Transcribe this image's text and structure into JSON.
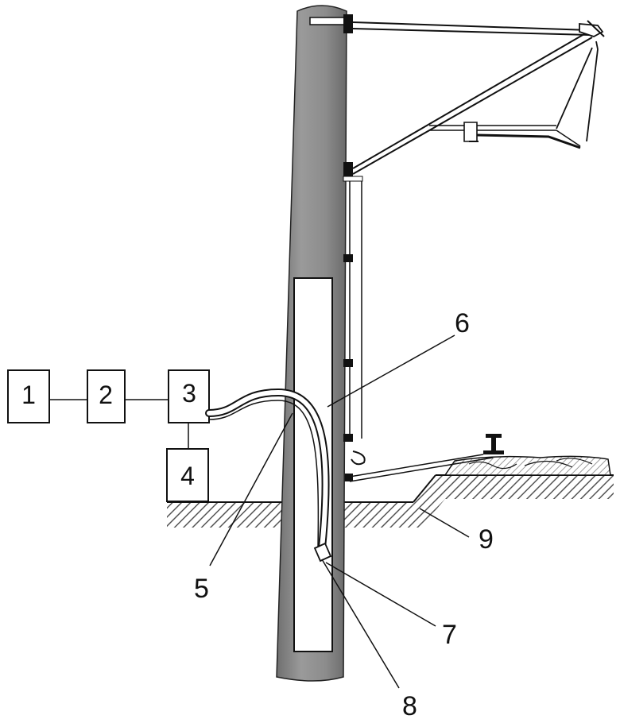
{
  "figure": {
    "boxes": [
      {
        "id": "box-1",
        "label": "1"
      },
      {
        "id": "box-2",
        "label": "2"
      },
      {
        "id": "box-3",
        "label": "3"
      },
      {
        "id": "box-4",
        "label": "4"
      }
    ],
    "callouts": [
      {
        "id": "callout-5",
        "label": "5"
      },
      {
        "id": "callout-6",
        "label": "6"
      },
      {
        "id": "callout-7",
        "label": "7"
      },
      {
        "id": "callout-8",
        "label": "8"
      },
      {
        "id": "callout-9",
        "label": "9"
      }
    ]
  },
  "colors": {
    "line": "#111111",
    "pole_shade": "#8a8a8a",
    "ground_hatch": "#555555"
  }
}
